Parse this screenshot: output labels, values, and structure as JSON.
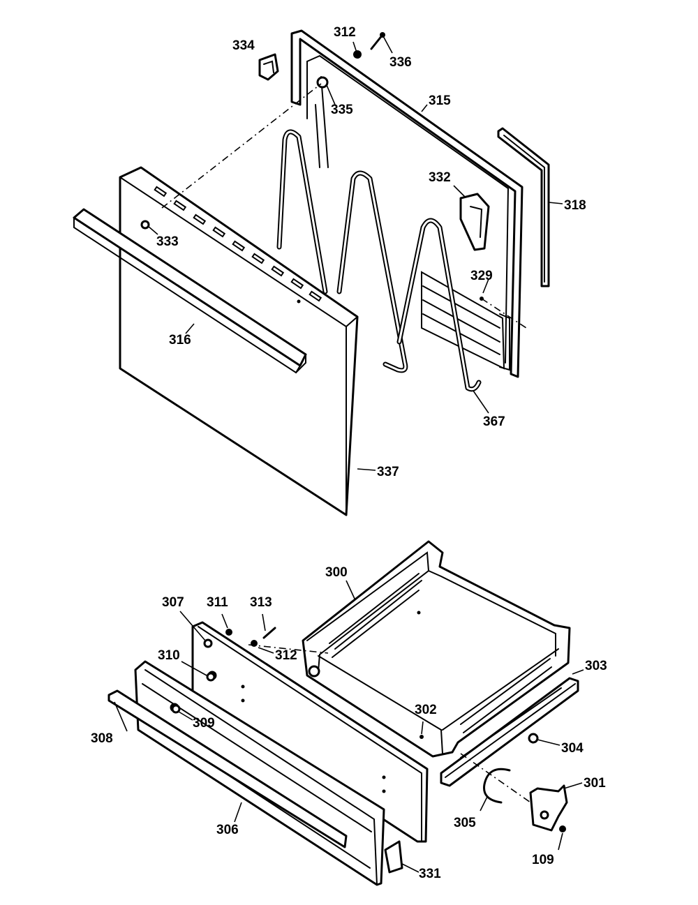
{
  "callouts": {
    "c312_top": "312",
    "c334": "334",
    "c336": "336",
    "c335": "335",
    "c315": "315",
    "c332": "332",
    "c318": "318",
    "c333": "333",
    "c329": "329",
    "c316": "316",
    "c367": "367",
    "c337": "337",
    "c300": "300",
    "c307": "307",
    "c311": "311",
    "c313": "313",
    "c312_bottom": "312",
    "c310": "310",
    "c303": "303",
    "c309": "309",
    "c302": "302",
    "c308": "308",
    "c304": "304",
    "c301": "301",
    "c305": "305",
    "c306": "306",
    "c109": "109",
    "c331": "331"
  }
}
